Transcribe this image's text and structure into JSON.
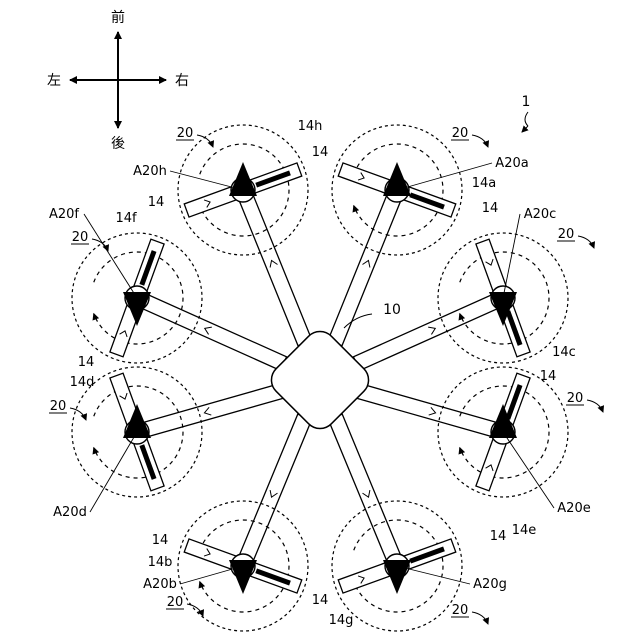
{
  "figure": {
    "device_label": "1",
    "body_label": "10",
    "arm_label": "14",
    "compass": {
      "front": "前",
      "back": "後",
      "left": "左",
      "right": "右"
    }
  },
  "rotors": [
    {
      "id": "h",
      "rotor_label": "20",
      "arrow_label": "A20h",
      "arm_label": "14",
      "arm_sub_label": "14h"
    },
    {
      "id": "a",
      "rotor_label": "20",
      "arrow_label": "A20a",
      "arm_label": "14",
      "arm_sub_label": "14a"
    },
    {
      "id": "f",
      "rotor_label": "20",
      "arrow_label": "A20f",
      "arm_label": "14",
      "arm_sub_label": "14f"
    },
    {
      "id": "c",
      "rotor_label": "20",
      "arrow_label": "A20c",
      "arm_label": "14",
      "arm_sub_label": "14c"
    },
    {
      "id": "d",
      "rotor_label": "20",
      "arrow_label": "A20d",
      "arm_label": "14",
      "arm_sub_label": "14d"
    },
    {
      "id": "e",
      "rotor_label": "20",
      "arrow_label": "A20e",
      "arm_label": "14",
      "arm_sub_label": "14e"
    },
    {
      "id": "b",
      "rotor_label": "20",
      "arrow_label": "A20b",
      "arm_label": "14",
      "arm_sub_label": "14b"
    },
    {
      "id": "g",
      "rotor_label": "20",
      "arrow_label": "A20g",
      "arm_label": "14",
      "arm_sub_label": "14g"
    }
  ]
}
